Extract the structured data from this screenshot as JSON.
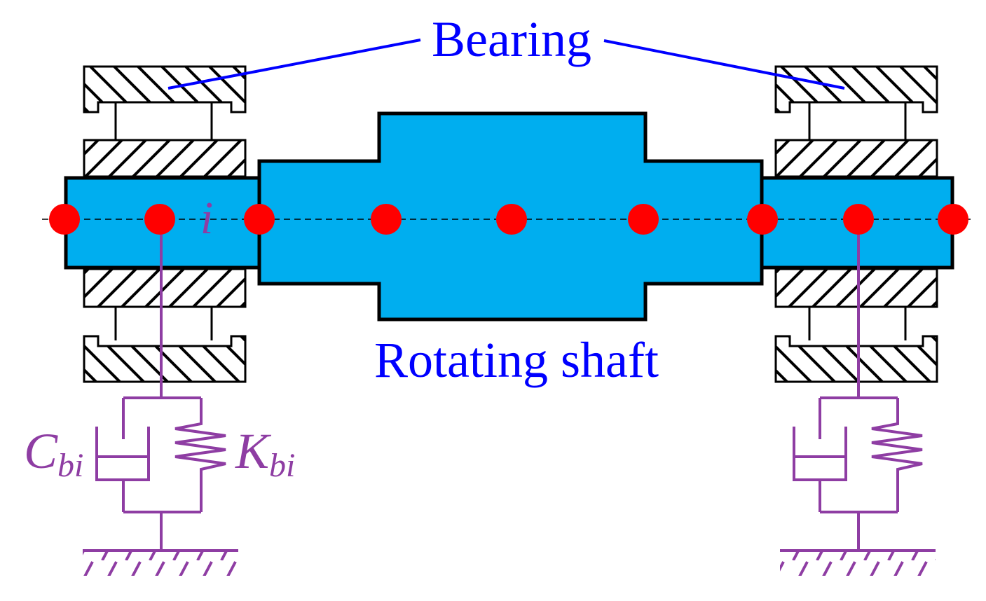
{
  "labels": {
    "bearing": "Bearing",
    "shaft": "Rotating shaft",
    "node_index": "i",
    "damping_main": "C",
    "damping_sub": "bi",
    "stiffness_main": "K",
    "stiffness_sub": "bi"
  },
  "colors": {
    "shaft_fill": "#00aeef",
    "outline": "#000000",
    "node": "#ff0000",
    "label_blue": "#0000ff",
    "support_purple": "#8e3da3"
  },
  "nodes_count": 9
}
